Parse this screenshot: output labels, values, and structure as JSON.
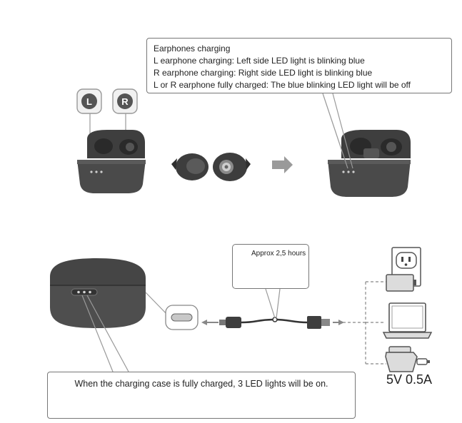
{
  "earphones_callout": {
    "title": "Earphones charging",
    "line_left": "L earphone charging: Left side LED light is blinking blue",
    "line_right": "R earphone charging: Right side LED light is blinking blue",
    "line_full": "L or R earphone fully charged: The blue blinking LED light will be off"
  },
  "labels": {
    "left": "L",
    "right": "R"
  },
  "charge_time_callout": {
    "text": "Approx 2,5 hours"
  },
  "case_callout": {
    "text": "When the charging case is fully charged, 3 LED lights will be on."
  },
  "power_spec": "5V 0.5A",
  "icons": [
    "clock-icon",
    "battery-empty-icon",
    "battery-full-icon",
    "wall-socket-icon",
    "laptop-icon",
    "car-charger-icon",
    "arrow-icon"
  ],
  "colors": {
    "device": "#4a4a4a",
    "outline": "#777777",
    "light_fill": "#d9d9d9"
  }
}
